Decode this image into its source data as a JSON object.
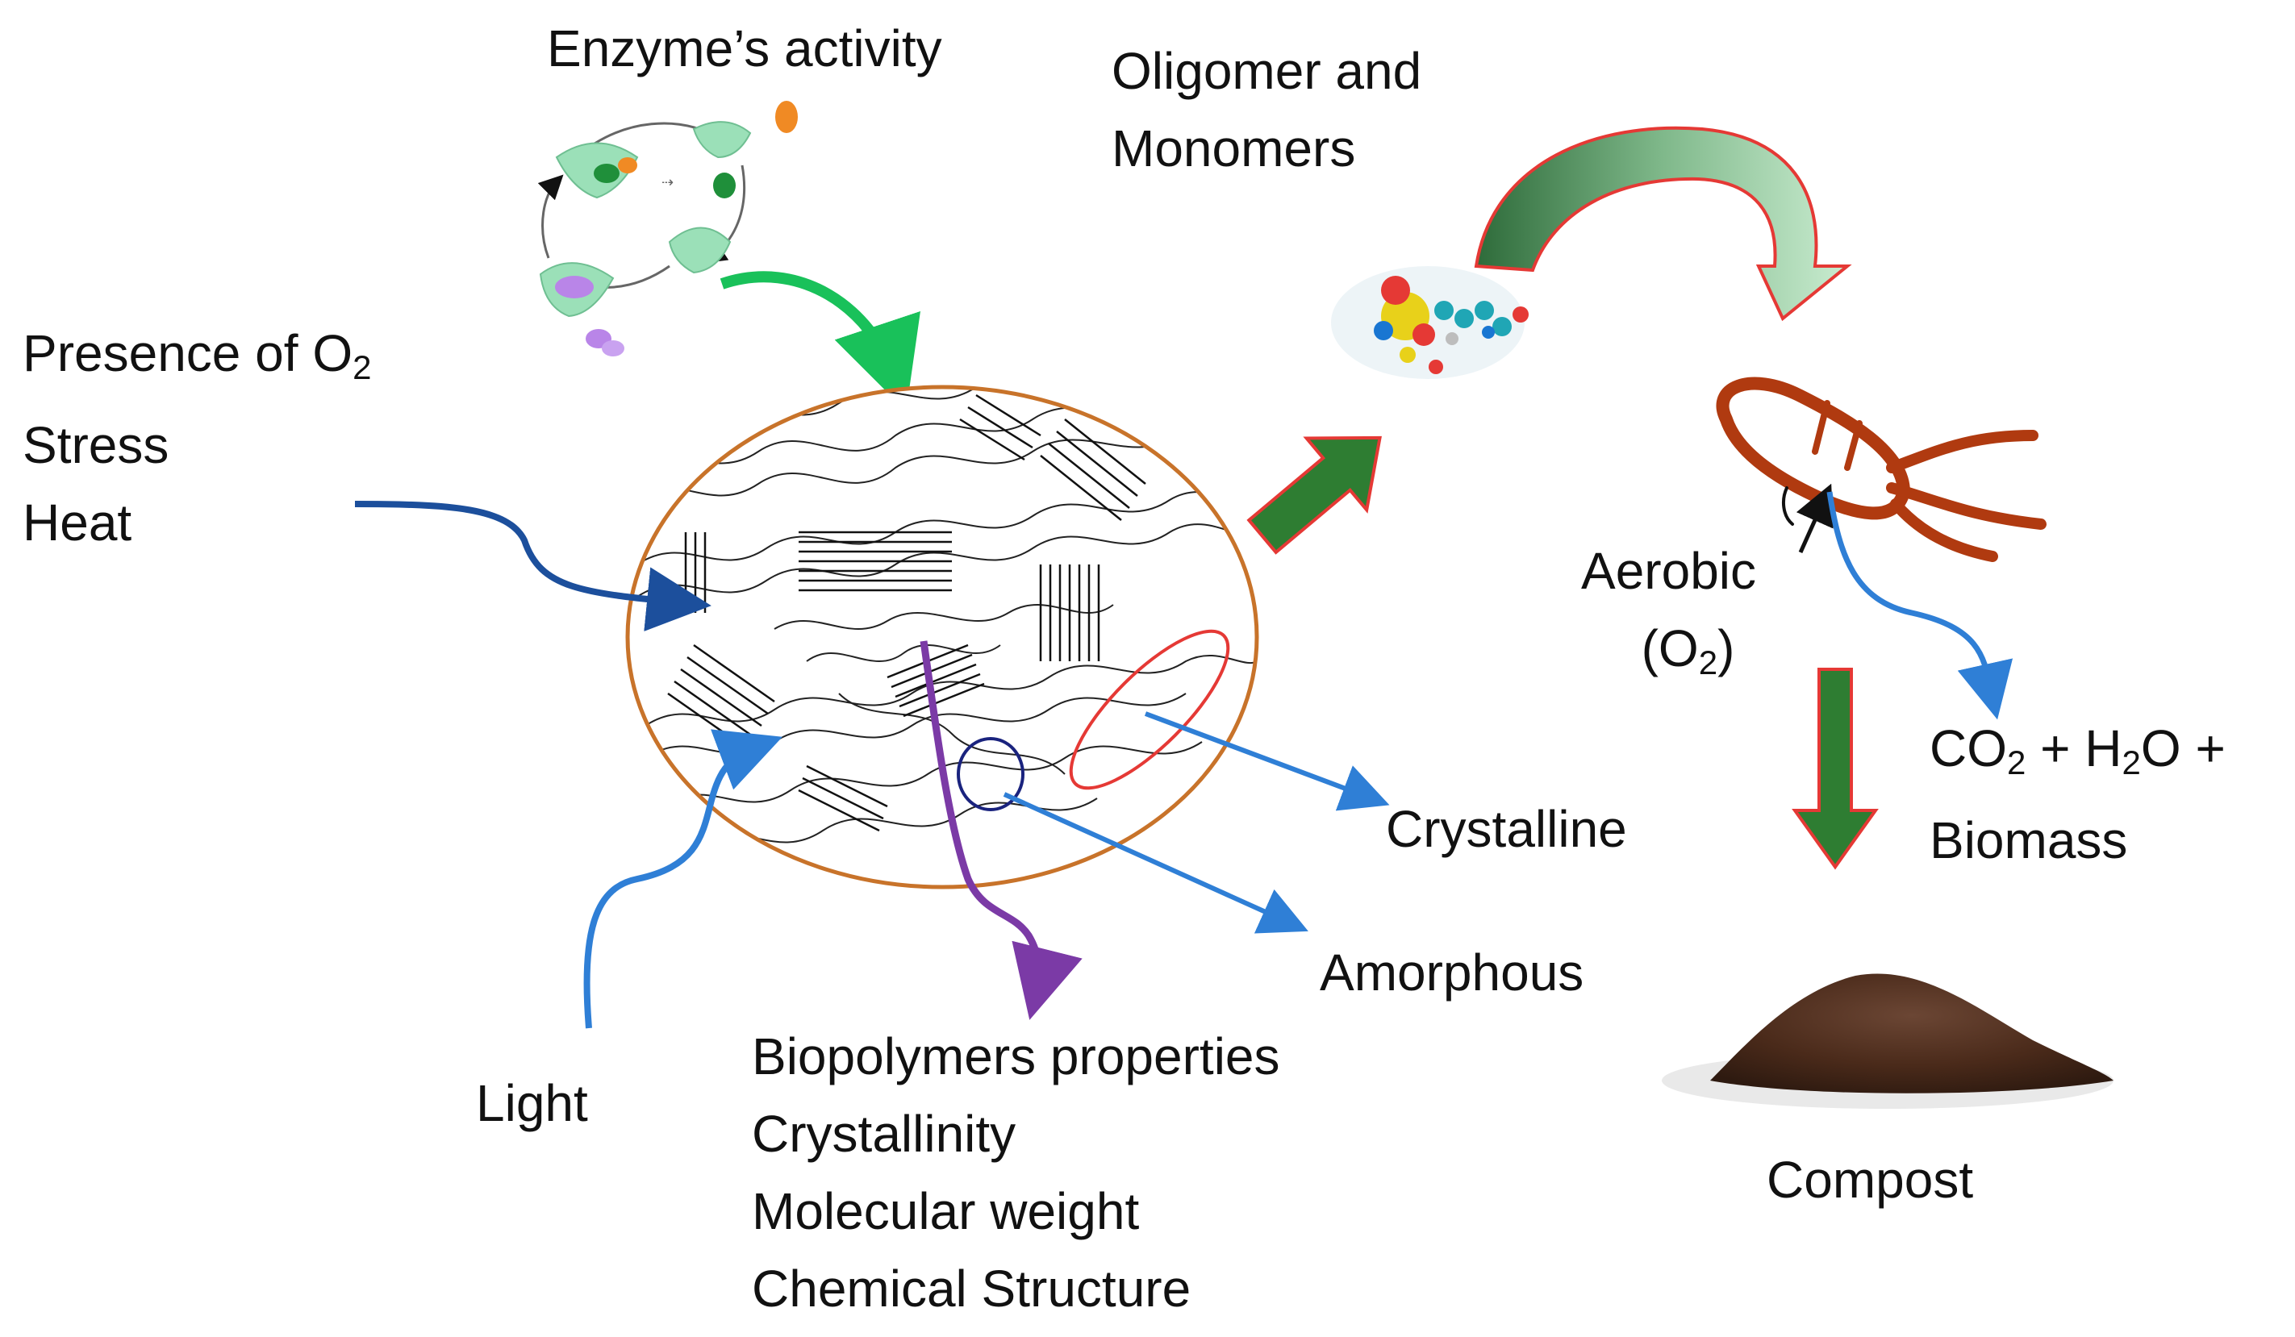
{
  "labels": {
    "enzyme": "Enzyme’s activity",
    "oligomer": [
      "Oligomer and",
      "Monomers"
    ],
    "factors_o2_prefix": "Presence of O",
    "sub2": "2",
    "factors": [
      "Stress",
      "Heat"
    ],
    "light": "Light",
    "biopolymers": [
      "Biopolymers properties",
      "Crystallinity",
      "Molecular weight",
      "Chemical Structure"
    ],
    "amorphous": "Amorphous",
    "crystalline": "Crystalline",
    "aerobic": "Aerobic",
    "aerobic_o2_open": "(O",
    "aerobic_o2_close": ")",
    "products_co": "CO",
    "products_mid": " + H",
    "products_end": "O +",
    "biomass": "Biomass",
    "compost": "Compost"
  },
  "colors": {
    "blue_arrow": "#2f7fd6",
    "dark_blue_arrow": "#1c4f9c",
    "purple_arrow": "#7b3aa6",
    "green_arrow": "#19c15a",
    "polymer_outline": "#c8732a",
    "block_arrow_fill": "#2e7d32",
    "block_arrow_border": "#e53935",
    "bacterium": "#b03a10",
    "compost": "#4a2a1a"
  },
  "icons": [
    "enzyme-cycle-icon",
    "molecule-icon",
    "bacterium-icon",
    "compost-pile-icon"
  ]
}
